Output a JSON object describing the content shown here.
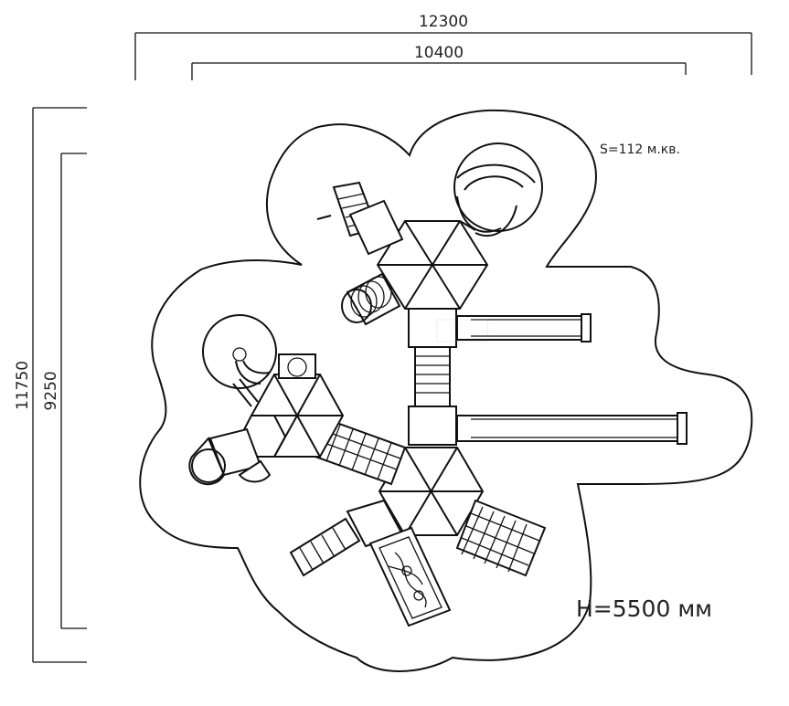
{
  "dimensions": {
    "outer_width": "12300",
    "inner_width": "10400",
    "outer_height": "11750",
    "inner_height": "9250"
  },
  "area_label": "S=112 м.кв.",
  "height_label": "H=5500 мм"
}
